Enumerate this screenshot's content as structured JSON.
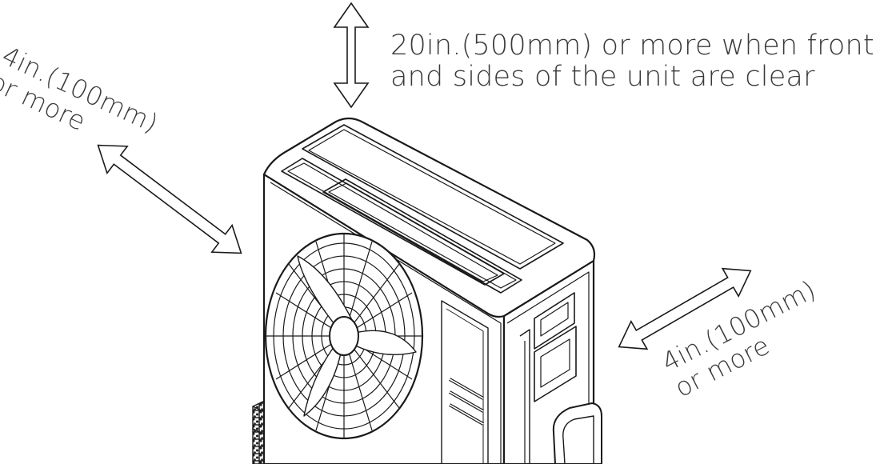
{
  "labels": {
    "top": {
      "line1": "20in.(500mm) or more when front",
      "line2": "and sides of the unit are clear"
    },
    "left": {
      "line1": "4in.(100mm)",
      "line2": "or more"
    },
    "right": {
      "line1": "4in.(100mm)",
      "line2": "or more"
    }
  },
  "icons": {
    "top_arrow": "double-headed-arrow-vertical",
    "left_arrow": "double-headed-arrow-diagonal",
    "right_arrow": "double-headed-arrow-diagonal",
    "unit": "outdoor-ac-condenser-unit"
  },
  "colors": {
    "line": "#1a1a1a",
    "text": "#3a3a3a",
    "background": "#ffffff"
  }
}
